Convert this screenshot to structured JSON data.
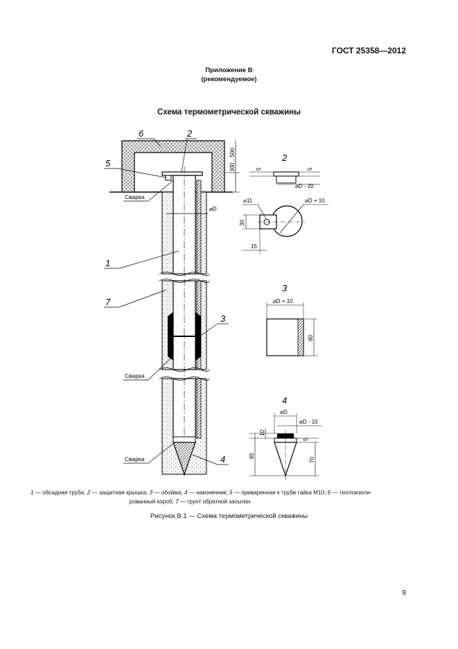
{
  "header": {
    "doc_id": "ГОСТ 25358—2012"
  },
  "annex": {
    "title": "Приложение В",
    "status": "(рекомендуемое)"
  },
  "figure": {
    "title": "Схема термометрической скважины",
    "labels": {
      "n1": "1",
      "n2": "2",
      "n3": "3",
      "n4": "4",
      "n5": "5",
      "n6": "6",
      "n7": "7",
      "detail2": "2",
      "detail3": "3",
      "detail4": "4"
    },
    "notes": {
      "weld_top": "Сварка",
      "weld_mid": "Сварка",
      "weld_bottom": "Сварка"
    },
    "dimensions": {
      "depth": "300…500",
      "dia_main": "⌀D",
      "d2_thick": "5",
      "d2_t5": "5",
      "d2_dia": "⌀D - 20",
      "d2_hole": "⌀11",
      "d2_round": "⌀D + 10",
      "d2_30": "30",
      "d2_15": "15",
      "d3_dia": "⌀D + 10",
      "d3_80": "80",
      "d4_dia": "⌀D",
      "d4_dia2": "⌀D - 10",
      "d4_10": "10",
      "d4_5": "5",
      "d4_85": "85",
      "d4_70": "70"
    }
  },
  "legend": {
    "items": [
      {
        "num": "1",
        "text": " — обсадная труба; "
      },
      {
        "num": "2",
        "text": " — защитная крышка; "
      },
      {
        "num": "3",
        "text": " — обойма; "
      },
      {
        "num": "4",
        "text": " — наконечник; "
      },
      {
        "num": "5",
        "text": " — приваренная к трубе гайка М10; "
      },
      {
        "num": "6",
        "text": " — теплоизоли-"
      }
    ],
    "line2_prefix": "рованный короб; ",
    "line2_num": "7",
    "line2_text": " — грунт обратной засыпки"
  },
  "caption": "Рисунок В.1 — Схема термометрической скважины",
  "page_number": "9"
}
